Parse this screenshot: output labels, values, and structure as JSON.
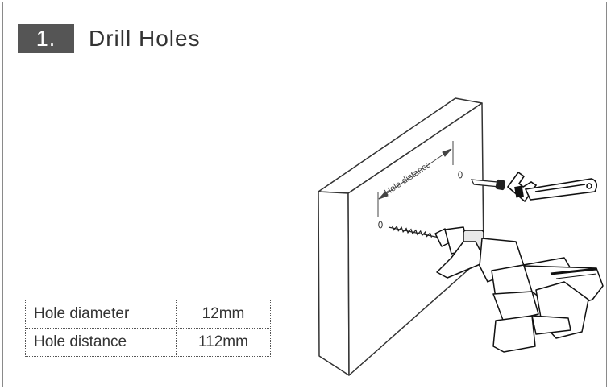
{
  "step": {
    "number": "1.",
    "title": "Drill Holes"
  },
  "illustration": {
    "dimension_label": "Hole distance"
  },
  "specs": [
    {
      "key": "Hole diameter",
      "value": "12mm"
    },
    {
      "key": "Hole distance",
      "value": "112mm"
    }
  ],
  "icons": [
    "drill-icon",
    "wrench-icon",
    "wall-anchor-icon"
  ]
}
